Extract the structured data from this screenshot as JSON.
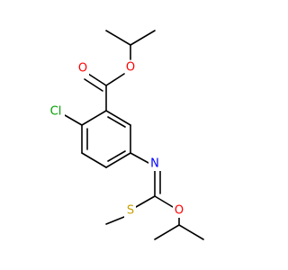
{
  "molecule": {
    "atoms": {
      "chlorine": {
        "symbol": "Cl",
        "color": "#00a000"
      },
      "ester_carbonyl_oxygen": {
        "symbol": "O",
        "color": "#ff0000"
      },
      "ester_ether_oxygen": {
        "symbol": "O",
        "color": "#ff0000"
      },
      "imine_nitrogen": {
        "symbol": "N",
        "color": "#0000ff"
      },
      "thioether_sulfur": {
        "symbol": "S",
        "color": "#c8a000"
      },
      "isopropoxy_oxygen": {
        "symbol": "O",
        "color": "#ff0000"
      }
    }
  }
}
